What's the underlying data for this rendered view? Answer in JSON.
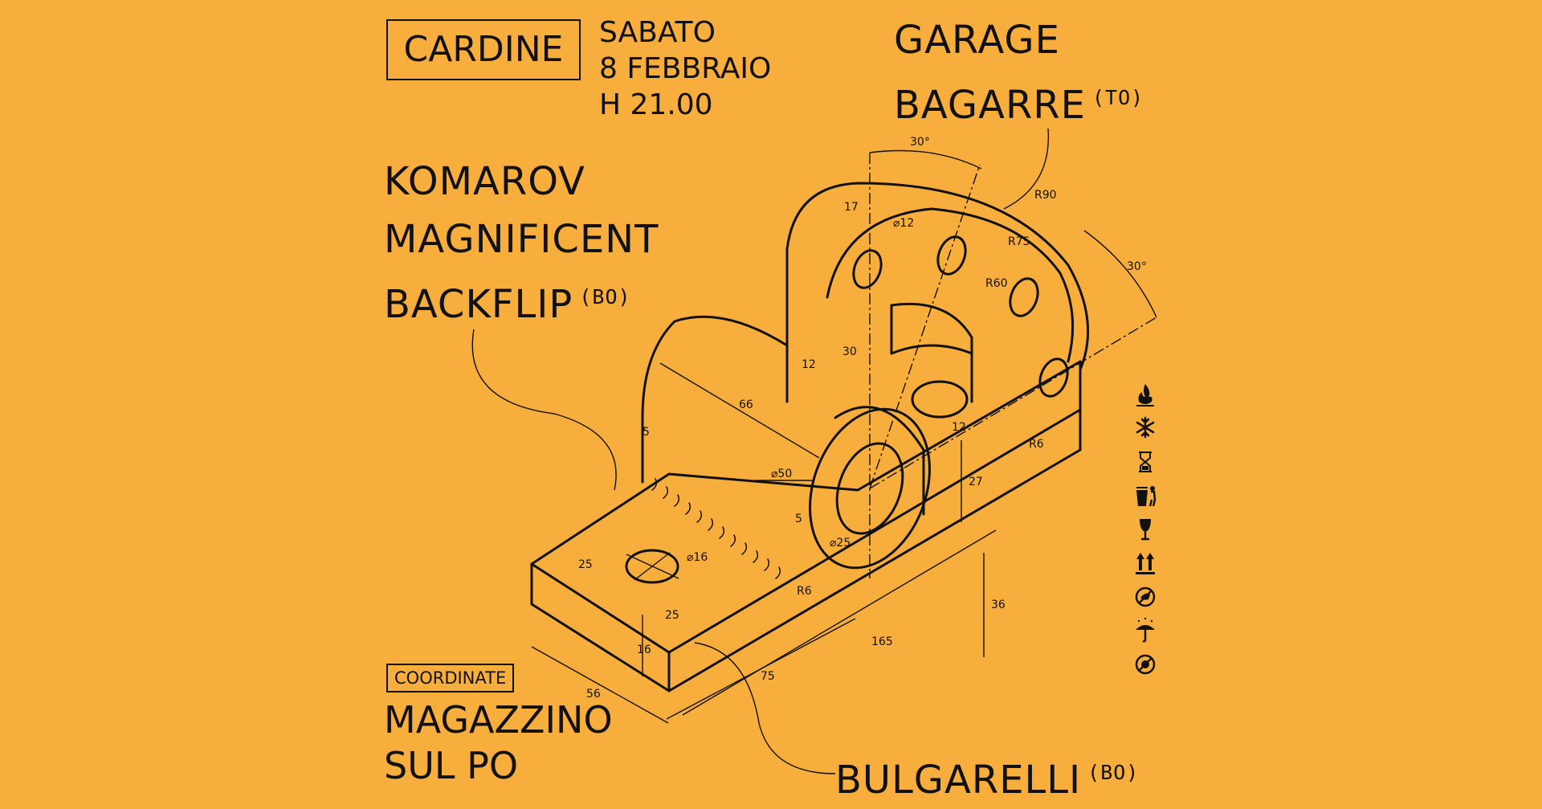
{
  "header": {
    "brand": "CARDINE",
    "date_lines": [
      "SABATO",
      "8 FEBBRAIO",
      "H 21.00"
    ]
  },
  "artists": [
    {
      "lines": [
        "GARAGE",
        "BAGARRE"
      ],
      "tag": "(TO)"
    },
    {
      "lines": [
        "KOMAROV",
        "MAGNIFICENT",
        "BACKFLIP"
      ],
      "tag": "(BO)"
    },
    {
      "lines": [
        "BULGARELLI"
      ],
      "tag": "(BO)"
    }
  ],
  "location": {
    "label": "COORDINATE",
    "venue_lines": [
      "MAGAZZINO",
      "SUL PO"
    ]
  },
  "drawing": {
    "dimensions": [
      "30°",
      "30°",
      "R90",
      "R75",
      "R60",
      "17",
      "⌀12",
      "12",
      "30",
      "66",
      "5",
      "5",
      "⌀50",
      "⌀25",
      "12",
      "R6",
      "27",
      "36",
      "165",
      "75",
      "56",
      "16",
      "25",
      "25",
      "⌀16",
      "R6"
    ]
  },
  "icons": [
    "flame-icon",
    "snowflake-icon",
    "hourglass-icon",
    "recycle-bin-icon",
    "fragile-glass-icon",
    "this-side-up-icon",
    "no-hand-hook-icon",
    "keep-dry-umbrella-icon",
    "no-stacking-icon"
  ],
  "colors": {
    "background": "#F8AE3C",
    "ink": "#111111"
  }
}
